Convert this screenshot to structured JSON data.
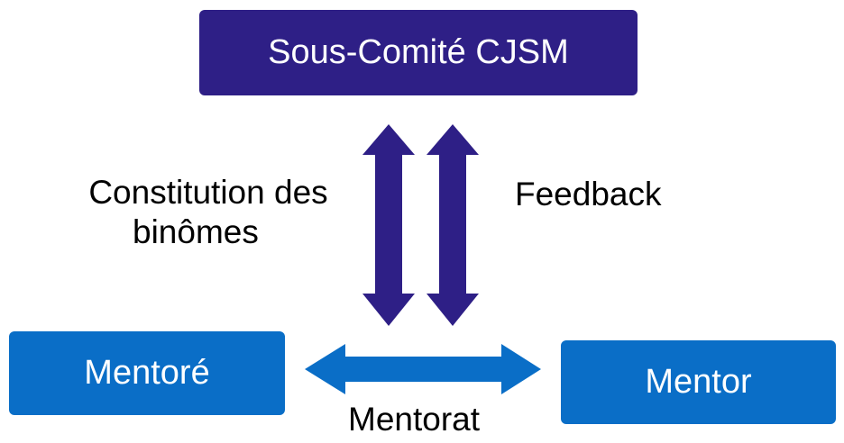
{
  "colors": {
    "top_box": "#2E1F86",
    "bottom_boxes": "#0A6EC7",
    "vertical_arrows": "#2E1F86",
    "horizontal_arrow": "#0A6EC7"
  },
  "nodes": {
    "top": "Sous-Comité CJSM",
    "left": "Mentoré",
    "right": "Mentor"
  },
  "labels": {
    "left_arrow_line1": "Constitution des",
    "left_arrow_line2": "binômes",
    "right_arrow": "Feedback",
    "bottom_arrow": "Mentorat"
  }
}
